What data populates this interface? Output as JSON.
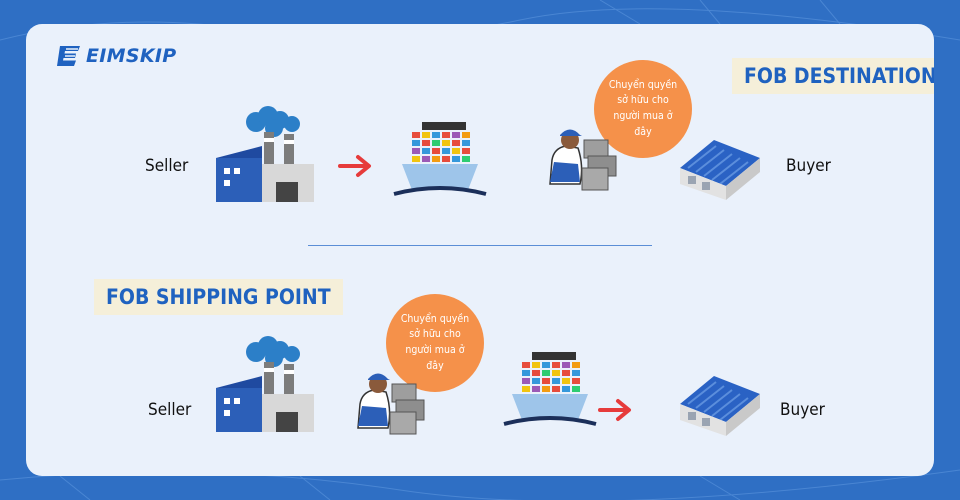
{
  "brand": {
    "name": "EIMSKIP"
  },
  "colors": {
    "accent": "#1f62c0",
    "bubble": "#f5914a",
    "arrow": "#e63b3b",
    "background": "#2f6fc4"
  },
  "destination": {
    "title": "FOB DESTINATION",
    "seller_label": "Seller",
    "buyer_label": "Buyer",
    "bubble_text": "Chuyển quyền sở hữu cho người mua ở đây"
  },
  "shipping_point": {
    "title": "FOB SHIPPING POINT",
    "seller_label": "Seller",
    "buyer_label": "Buyer",
    "bubble_text": "Chuyển quyền sở hữu cho người mua ở đây"
  },
  "icons": [
    "factory-icon",
    "arrow-right-icon",
    "cargo-ship-icon",
    "worker-with-boxes-icon",
    "warehouse-icon"
  ]
}
